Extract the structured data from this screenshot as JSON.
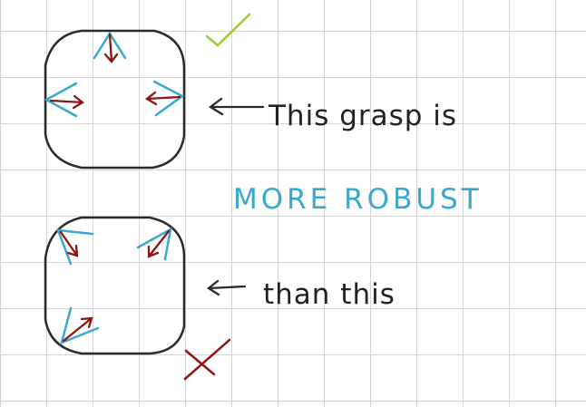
{
  "colors": {
    "grid": "#d3d3d3",
    "ink": "#2b2b2b",
    "blue": "#38a8cf",
    "red": "#8f1414",
    "green": "#9acd32"
  },
  "annotations": {
    "line1": "This grasp is",
    "line2": "MORE ROBUST",
    "line3": "than this"
  },
  "marks": {
    "good": "check-mark",
    "bad": "cross-mark"
  }
}
